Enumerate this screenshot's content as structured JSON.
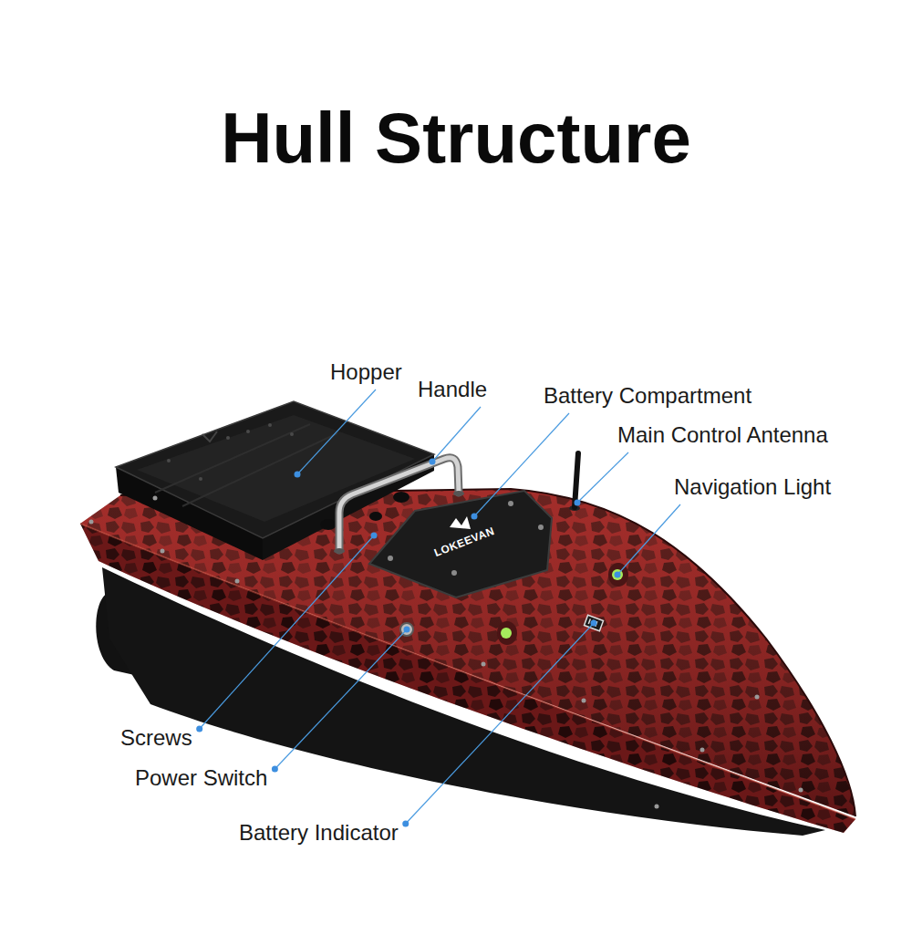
{
  "diagram": {
    "title": "Hull Structure",
    "labels": [
      "Hopper",
      "Handle",
      "Battery Compartment",
      "Main Control Antenna",
      "Navigation Light",
      "Screws",
      "Power Switch",
      "Battery Indicator",
      "LOKEEVAN"
    ]
  }
}
